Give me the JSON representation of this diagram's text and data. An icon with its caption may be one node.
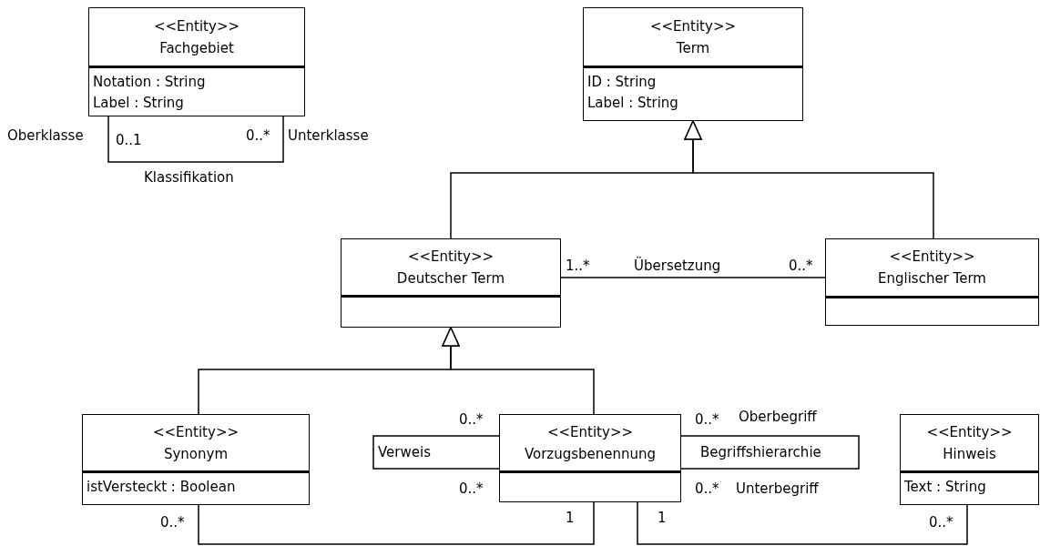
{
  "diagram": {
    "nodes": [
      {
        "text": [
          "<<Entity>>",
          "Fachgebiet",
          "Notation : String",
          "Label : String"
        ]
      },
      {
        "text": [
          "<<Entity>>",
          "Term",
          "ID : String",
          "Label : String"
        ]
      },
      {
        "text": [
          "<<Entity>>",
          "Deutscher Term"
        ]
      },
      {
        "text": [
          "<<Entity>>",
          "Englischer Term"
        ]
      },
      {
        "text": [
          "<<Entity>>",
          "Synonym",
          "istVersteckt : Boolean"
        ]
      },
      {
        "text": [
          "<<Entity>>",
          "Vorzugsbenennung"
        ]
      },
      {
        "text": [
          "<<Entity>>",
          "Hinweis",
          "Text : String"
        ]
      }
    ],
    "edges": [
      {
        "from": 0,
        "to": 0,
        "arrow": "none",
        "label": "Klassifikation"
      },
      {
        "from": 2,
        "to": 1,
        "arrow": "to"
      },
      {
        "from": 3,
        "to": 1,
        "arrow": "to"
      },
      {
        "from": 2,
        "to": 3,
        "arrow": "none",
        "label": "Übersetzung"
      },
      {
        "from": 4,
        "to": 2,
        "arrow": "to"
      },
      {
        "from": 5,
        "to": 2,
        "arrow": "to"
      },
      {
        "from": 5,
        "to": 5,
        "arrow": "none",
        "label": "Verweis"
      },
      {
        "from": 5,
        "to": 5,
        "arrow": "none",
        "label": "Begriffshierarchie"
      },
      {
        "from": 4,
        "to": 5,
        "arrow": "none"
      },
      {
        "from": 5,
        "to": 6,
        "arrow": "none"
      }
    ],
    "labels": [
      "Oberklasse",
      "0..1",
      "0..*",
      "Unterklasse",
      "1..*",
      "0..*",
      "0..*",
      "0..*",
      "Oberbegriff",
      "0..*",
      "0..*",
      "Unterbegriff",
      "0..*",
      "1",
      "1",
      "0..*"
    ]
  }
}
